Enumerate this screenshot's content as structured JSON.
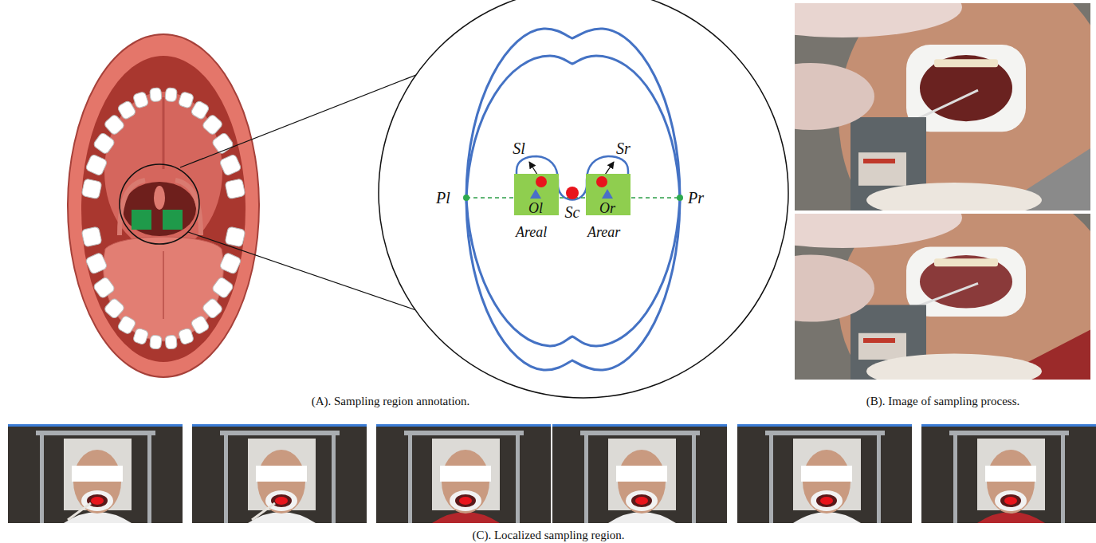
{
  "diagram": {
    "nodes": [
      {
        "text": [
          "Ol",
          "Areal"
        ]
      },
      {
        "text": [
          "Or",
          "Arear"
        ]
      }
    ],
    "labels": [
      "Sl",
      "Sr",
      "Pl",
      "Sc",
      "Pr",
      "(A). Sampling region annotation.",
      "(B). Image of sampling process.",
      "(C). Localized sampling region."
    ]
  }
}
